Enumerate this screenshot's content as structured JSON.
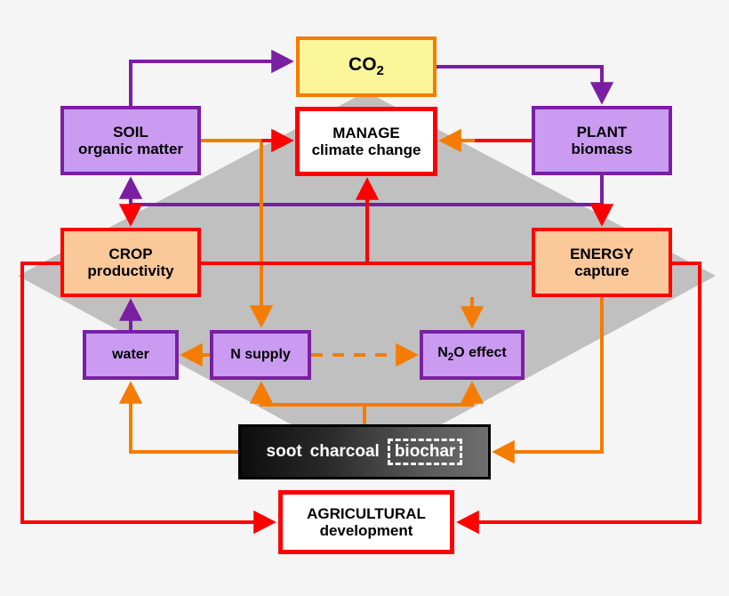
{
  "diagram": {
    "title": "Biochar carbon cycle concept diagram",
    "background_color": "#f5f5f5",
    "backdrop_shape": "gray-diamond",
    "backdrop_color": "#c0c0c0"
  },
  "nodes": {
    "co2": {
      "line1": "CO",
      "sub": "2",
      "fill": "#fbf59a",
      "border": "#f57c00"
    },
    "soil": {
      "line1": "SOIL",
      "line2": "organic matter",
      "fill": "#cb9bf2",
      "border": "#7b1fa2"
    },
    "manage": {
      "line1": "MANAGE",
      "line2": "climate change",
      "fill": "#ffffff",
      "border": "#ff0000"
    },
    "plant": {
      "line1": "PLANT",
      "line2": "biomass",
      "fill": "#cb9bf2",
      "border": "#7b1fa2"
    },
    "crop": {
      "line1": "CROP",
      "line2": "productivity",
      "fill": "#fbc89a",
      "border": "#ff0000"
    },
    "energy": {
      "line1": "ENERGY",
      "line2": "capture",
      "fill": "#fbc89a",
      "border": "#ff0000"
    },
    "water": {
      "line1": "water",
      "fill": "#cb9bf2",
      "border": "#7b1fa2"
    },
    "nsupply": {
      "line1": "N supply",
      "fill": "#cb9bf2",
      "border": "#7b1fa2"
    },
    "n2o": {
      "pre": "N",
      "sub": "2",
      "post": "O effect",
      "fill": "#cb9bf2",
      "border": "#7b1fa2"
    },
    "soot": {
      "word1": "soot",
      "word2": "charcoal",
      "word3": "biochar",
      "fill": "#1a1a1a",
      "border": "#000000"
    },
    "agri": {
      "line1": "AGRICULTURAL",
      "line2": "development",
      "fill": "#ffffff",
      "border": "#ff0000"
    }
  },
  "edge_colors": {
    "purple": "#7b1fa2",
    "red": "#ff0000",
    "orange": "#f57c00"
  },
  "edges": [
    {
      "name": "soil-to-co2",
      "from": "soil",
      "to": "co2",
      "color": "purple",
      "style": "solid"
    },
    {
      "name": "co2-to-plant",
      "from": "co2",
      "to": "plant",
      "color": "purple",
      "style": "solid"
    },
    {
      "name": "soil-crop-exchange",
      "from": "soil",
      "to": "crop",
      "color": "purple-red",
      "style": "solid",
      "bidirectional": true
    },
    {
      "name": "plant-to-energy",
      "from": "plant",
      "to": "energy",
      "color": "purple-red",
      "style": "solid"
    },
    {
      "name": "soil-to-manage",
      "from": "soil",
      "to": "manage",
      "color": "orange-red",
      "style": "solid"
    },
    {
      "name": "plant-to-manage",
      "from": "plant",
      "to": "manage",
      "color": "red-orange",
      "style": "solid"
    },
    {
      "name": "soil-to-nsupply",
      "from": "soil",
      "to": "nsupply",
      "color": "orange",
      "style": "solid"
    },
    {
      "name": "crop-energy-link",
      "from": "crop",
      "to": "energy",
      "color": "red",
      "style": "solid"
    },
    {
      "name": "center-to-manage",
      "from": "crop-energy-link",
      "to": "manage",
      "color": "red",
      "style": "solid"
    },
    {
      "name": "nsupply-to-water",
      "from": "nsupply",
      "to": "water",
      "color": "orange",
      "style": "solid"
    },
    {
      "name": "nsupply-to-n2o",
      "from": "nsupply",
      "to": "n2o",
      "color": "orange",
      "style": "dashed"
    },
    {
      "name": "energy-to-n2o",
      "from": "energy",
      "to": "n2o",
      "color": "orange",
      "style": "solid"
    },
    {
      "name": "water-to-crop",
      "from": "water",
      "to": "crop",
      "color": "purple",
      "style": "solid"
    },
    {
      "name": "soot-to-water",
      "from": "soot",
      "to": "water",
      "color": "orange",
      "style": "solid"
    },
    {
      "name": "soot-to-nsupply",
      "from": "soot",
      "to": "nsupply",
      "color": "orange",
      "style": "solid"
    },
    {
      "name": "soot-to-n2o",
      "from": "soot",
      "to": "n2o",
      "color": "orange",
      "style": "solid"
    },
    {
      "name": "energy-to-soot",
      "from": "energy",
      "to": "soot",
      "color": "orange",
      "style": "solid"
    },
    {
      "name": "crop-to-agri",
      "from": "crop",
      "to": "agri",
      "color": "red",
      "style": "solid"
    },
    {
      "name": "energy-to-agri",
      "from": "energy",
      "to": "agri",
      "color": "red",
      "style": "solid"
    }
  ]
}
